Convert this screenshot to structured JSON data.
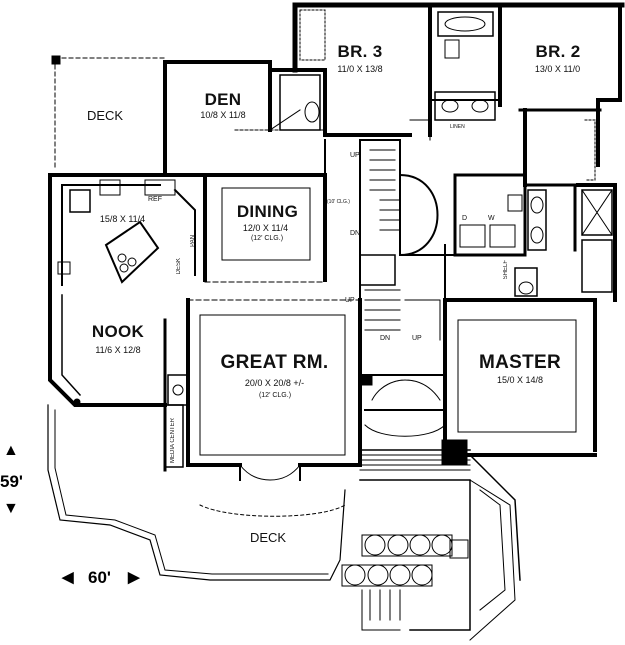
{
  "rooms": {
    "br3": {
      "name": "BR. 3",
      "size": "11/0 X 13/8"
    },
    "br2": {
      "name": "BR. 2",
      "size": "13/0 X 11/0"
    },
    "den": {
      "name": "DEN",
      "size": "10/8 X 11/8"
    },
    "deck_top": {
      "name": "DECK"
    },
    "dining": {
      "name": "DINING",
      "size": "12/0 X 11/4",
      "ceiling": "(12' CLG.)"
    },
    "kitchen": {
      "size": "15/8 X 11/4"
    },
    "nook": {
      "name": "NOOK",
      "size": "11/6 X 12/8"
    },
    "great": {
      "name": "GREAT RM.",
      "size": "20/0 X 20/8 +/-",
      "ceiling": "(12' CLG.)"
    },
    "master": {
      "name": "MASTER",
      "size": "15/0 X 14/8"
    },
    "deck_bottom": {
      "name": "DECK"
    }
  },
  "fixtures": {
    "ref": "REF",
    "pan": "PAN",
    "desk": "DESK",
    "linen": "LINEN",
    "ceiling_10": "(10' CLG.)",
    "media_center": "MEDIA CENTER",
    "w": "W",
    "d": "D",
    "shelf": "SHELF"
  },
  "stairs": {
    "up1": "UP",
    "dn1": "DN",
    "up2": "UP",
    "dn2": "DN",
    "up3": "UP"
  },
  "dimensions": {
    "depth": "59'",
    "width": "60'"
  }
}
